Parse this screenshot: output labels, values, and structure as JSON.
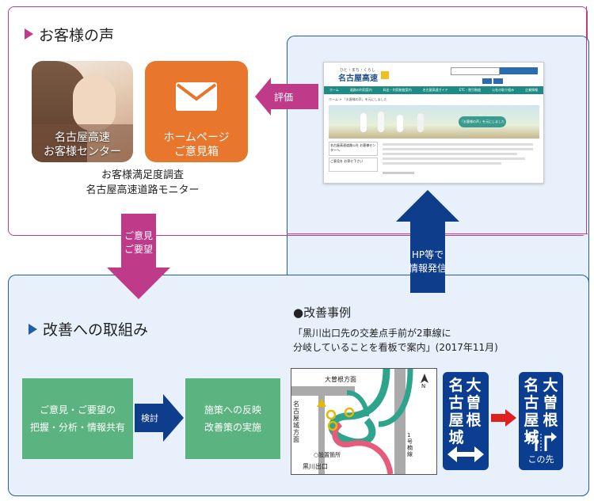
{
  "voice": {
    "title": "お客様の声",
    "center_label_1": "名古屋高速",
    "center_label_2": "お客様センター",
    "homepage_label_1": "ホームページ",
    "homepage_label_2": "ご意見箱",
    "survey_1": "お客様満足度調査",
    "survey_2": "名古屋高速道路モニター"
  },
  "arrows": {
    "evaluate": "評価",
    "opinions_1": "ご意見",
    "opinions_2": "ご要望",
    "publish_1": "HP等で",
    "publish_2": "情報発信",
    "review": "検討"
  },
  "website": {
    "logo_top": "ひと・まち・くらし",
    "logo": "名古屋高速",
    "banner": "「お客様の声」を元にしました",
    "breadcrumb": "ホーム > 「お客様の声」を元にしました",
    "side_1": "名古屋高速道路公社 お客様センターへ",
    "side_2": "ご意見を お寄せ下さい",
    "nav": [
      "ホーム",
      "道路の利用案内",
      "料金・利用制度案内",
      "名古屋高速ガイド",
      "ETC・割引制度",
      "公社の取り組み",
      "企業情報"
    ]
  },
  "improve": {
    "title": "改善への取組み",
    "box1_1": "ご意見・ご要望の",
    "box1_2": "把握・分析・情報共有",
    "box2_1": "施策への反映",
    "box2_2": "改善策の実施"
  },
  "example": {
    "title": "●改善事例",
    "desc_1": "「黒川出口先の交差点手前が2車線に",
    "desc_2": "分岐していることを看板で案内」(2017年11月)",
    "map_top": "大曽根方面",
    "map_left": "名古屋城方面",
    "map_exit": "黒川出口",
    "map_legend": "○設置箇所",
    "map_route": "1号楠線",
    "map_north": "N",
    "sign_before_1": "大曽根",
    "sign_before_2": "名古屋城",
    "sign_after_1": "大曽根",
    "sign_after_2": "名古屋城",
    "sign_after_3": "この先"
  },
  "colors": {
    "magenta": "#c03a8a",
    "navy": "#1f5fa8",
    "green": "#5bb47f",
    "orange": "#e8762d",
    "sign": "#0b3d91"
  }
}
